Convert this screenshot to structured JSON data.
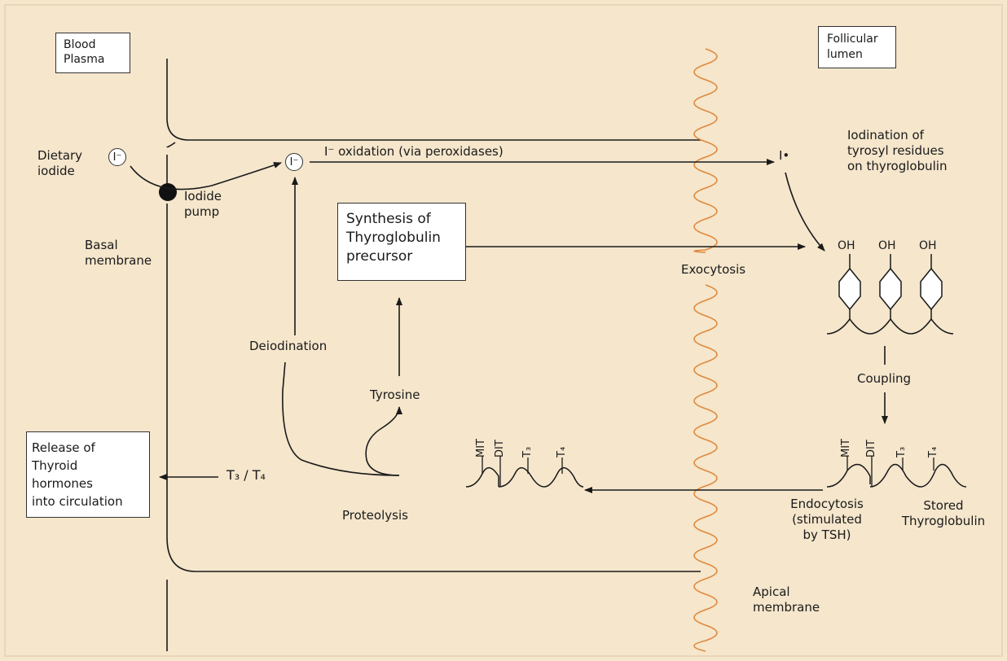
{
  "colors": {
    "background": "#f5e6cc",
    "membrane_wave": "#e0883a",
    "ink": "#1a1a1a"
  },
  "labels": {
    "blood_plasma": [
      "Blood",
      "Plasma"
    ],
    "follicular_lumen": [
      "Follicular",
      "lumen"
    ],
    "dietary_iodide": [
      "Dietary",
      "iodide"
    ],
    "iodide_pump": [
      "Iodide",
      "pump"
    ],
    "basal_membrane": [
      "Basal",
      "membrane"
    ],
    "iodide_ion": "I⁻",
    "oxidation": "I⁻ oxidation (via peroxidases)",
    "iodine_radical": "I•",
    "iodination": [
      "Iodination of",
      "tyrosyl residues",
      "on thyroglobulin"
    ],
    "synthesis_box": [
      "Synthesis of",
      "Thyroglobulin",
      "precursor"
    ],
    "exocytosis": "Exocytosis",
    "oh": "OH",
    "deiodination": "Deiodination",
    "tyrosine": "Tyrosine",
    "coupling": "Coupling",
    "release_box": [
      "Release of",
      "Thyroid",
      "hormones",
      "into circulation"
    ],
    "t3_t4": "T₃ / T₄",
    "proteolysis": "Proteolysis",
    "mit": "MIT",
    "dit": "DIT",
    "t3": "T₃",
    "t4": "T₄",
    "endocytosis": [
      "Endocytosis",
      "(stimulated",
      "by TSH)"
    ],
    "stored_thyroglobulin": [
      "Stored",
      "Thyroglobulin"
    ],
    "apical_membrane": [
      "Apical",
      "membrane"
    ]
  }
}
